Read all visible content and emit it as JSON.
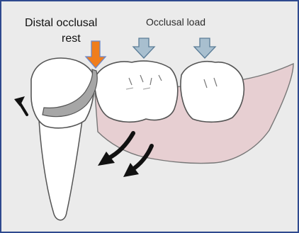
{
  "labels": {
    "distal_occlusal_rest_line1": "Distal occlusal",
    "distal_occlusal_rest_line2": "rest",
    "occlusal_load": "Occlusal load"
  },
  "colors": {
    "background": "#ebebeb",
    "frame_border": "#2f4a8f",
    "denture_base": "#e7cfd2",
    "rest_arrow": "#f07d1c",
    "load_arrow_fill": "#a8bfcf",
    "load_arrow_stroke": "#5a7c97",
    "clasp_metal": "#a6a6a6",
    "movement_arrow": "#111111"
  },
  "icons": {
    "rest_arrow": "orange-down-arrow",
    "load_arrow": "blue-down-arrow",
    "movement_arrow": "black-curved-arrow"
  }
}
